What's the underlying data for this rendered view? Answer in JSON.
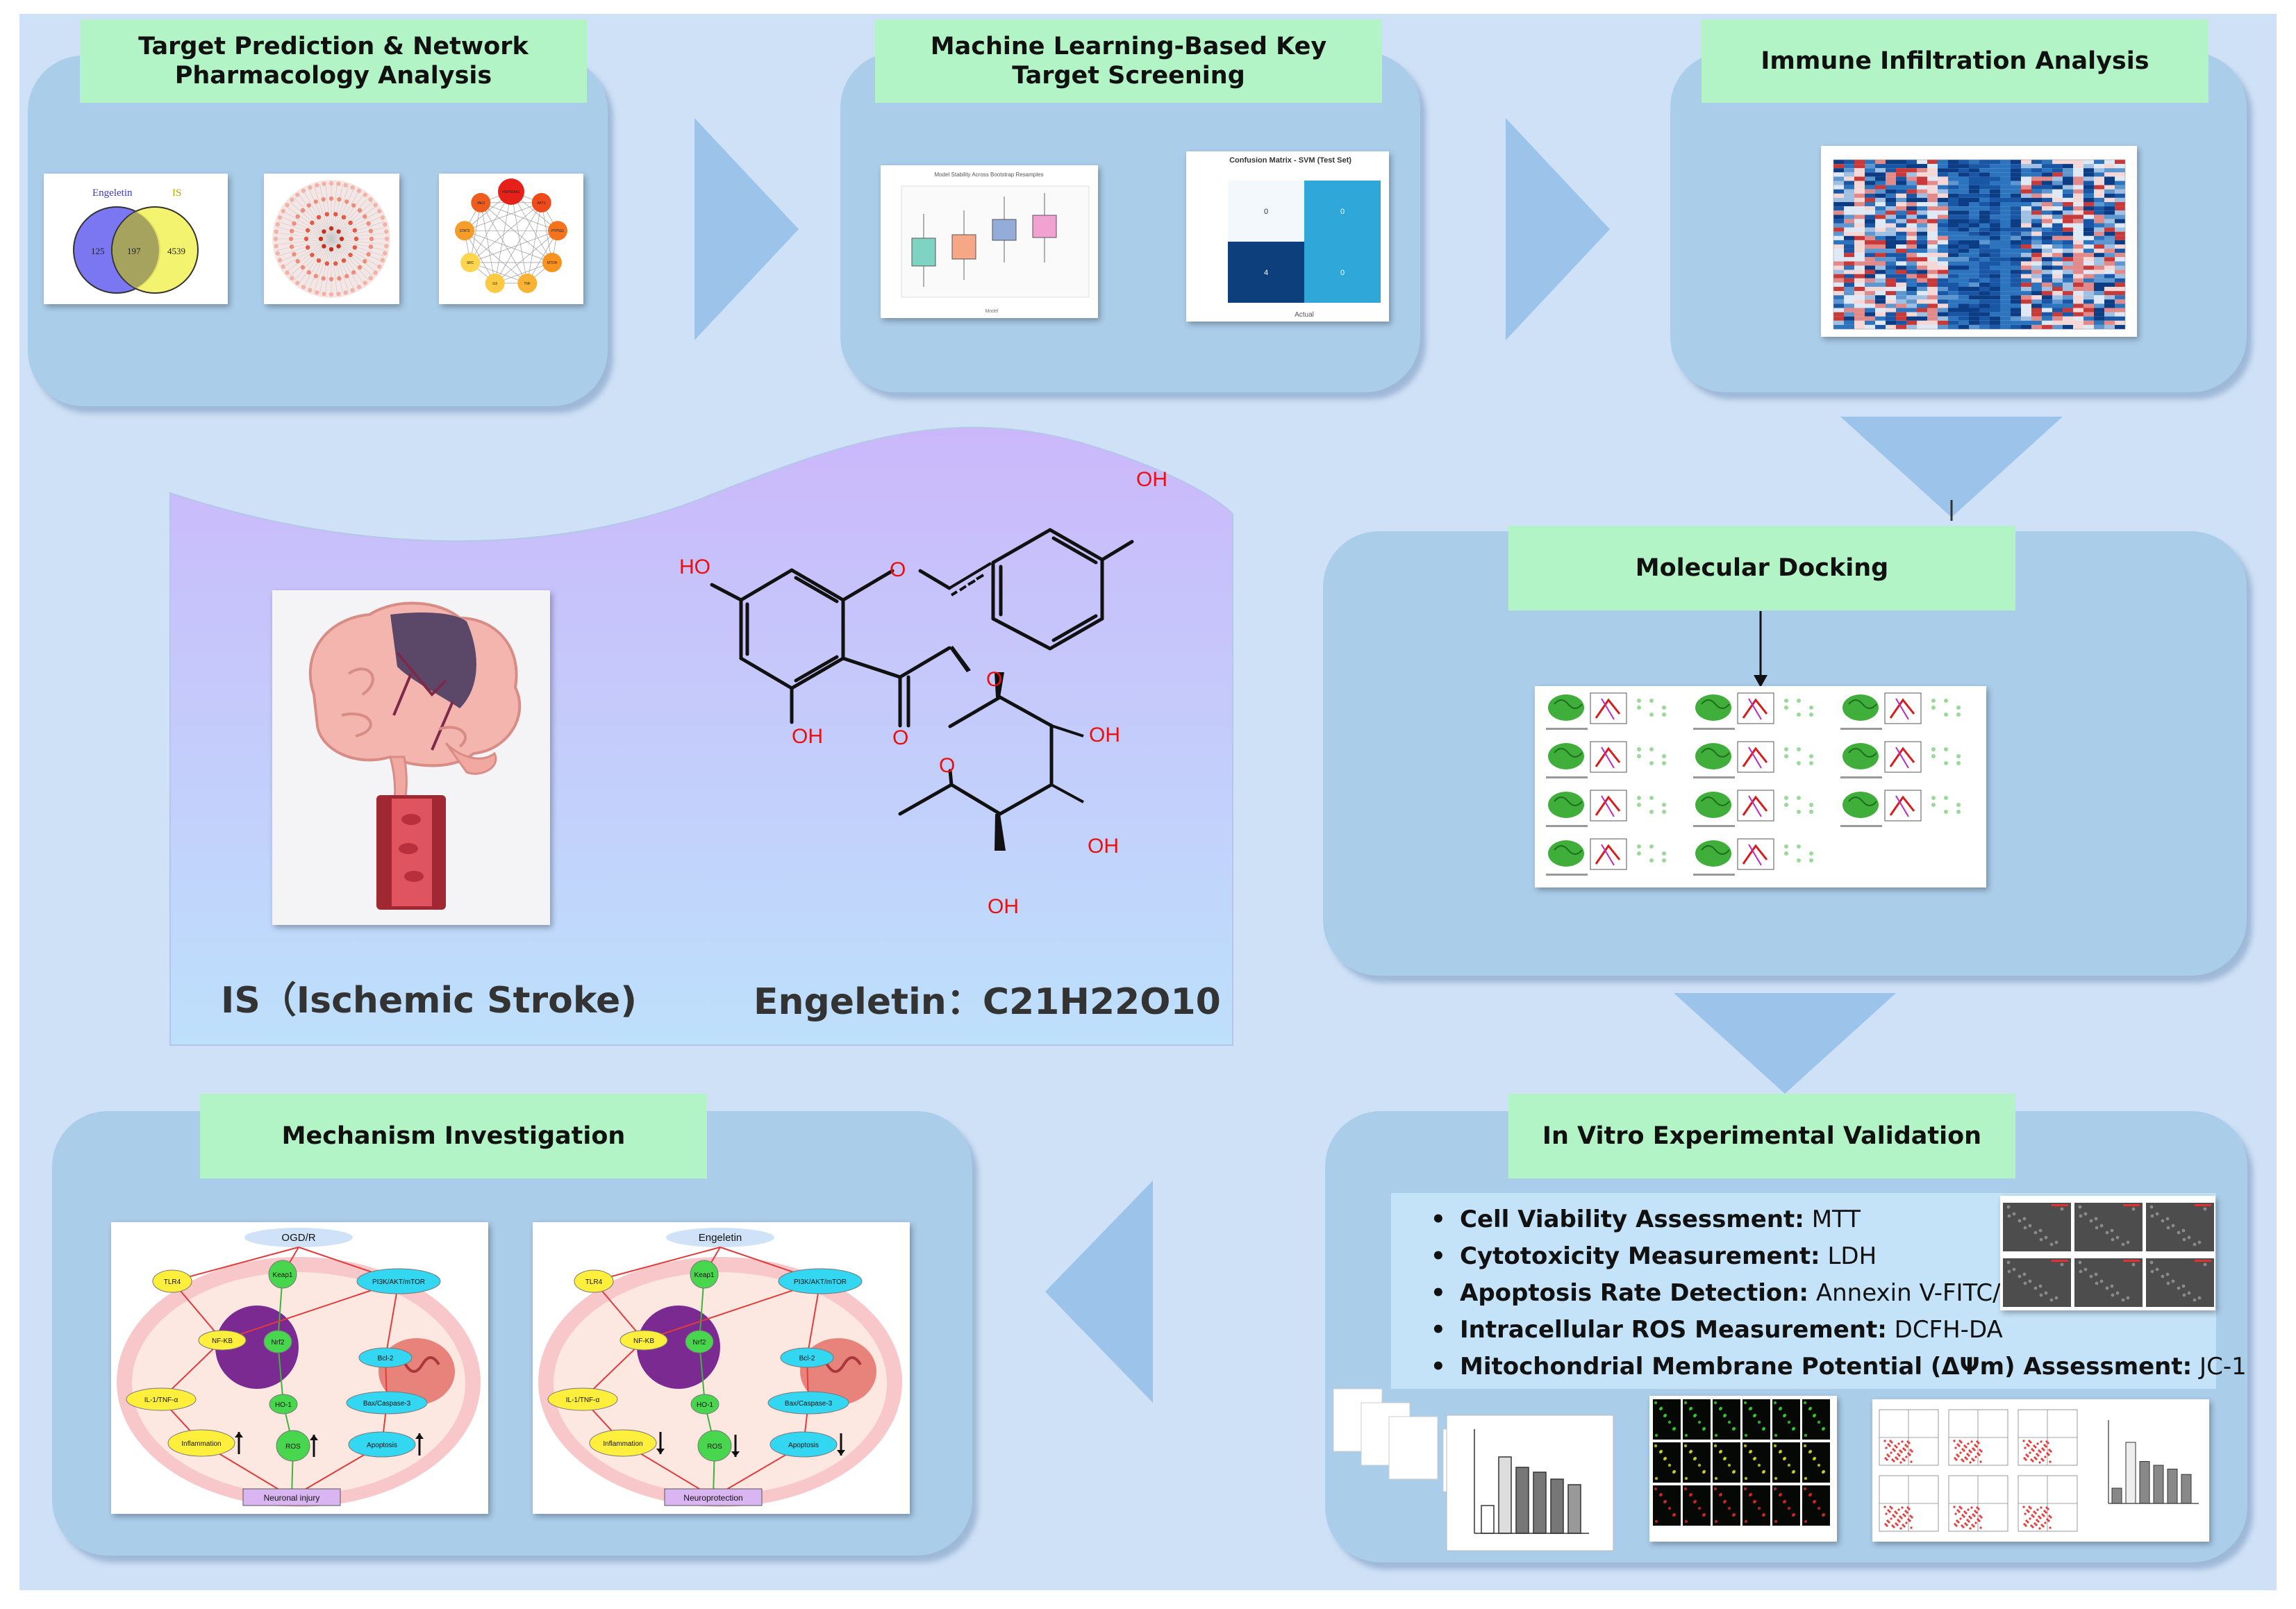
{
  "sections": {
    "target_prediction": {
      "title": "Target Prediction & Network Pharmacology Analysis"
    },
    "machine_learning": {
      "title": "Machine Learning-Based Key Target Screening"
    },
    "immune_infiltration": {
      "title": "Immune Infiltration Analysis"
    },
    "molecular_docking": {
      "title": "Molecular Docking"
    },
    "in_vitro": {
      "title": "In Vitro Experimental Validation"
    },
    "mechanism": {
      "title": "Mechanism Investigation"
    }
  },
  "venn": {
    "left_label": "Engeletin",
    "right_label": "IS",
    "left_only": "125",
    "overlap": "197",
    "right_only": "4539"
  },
  "hub_genes": [
    "HSP90AA1",
    "AKT1",
    "PTPN11",
    "MTOR",
    "TNF",
    "IL6",
    "SRC",
    "STAT3",
    "JAK2"
  ],
  "boxplot": {
    "title": "Model Stability Across Bootstrap Resamples"
  },
  "confusion": {
    "title": "Confusion Matrix - SVM (Test Set)",
    "cells": [
      "0",
      "0",
      "4",
      "0"
    ],
    "xlabel": "Actual"
  },
  "center": {
    "is_caption": "IS（Ischemic Stroke)",
    "engeletin_caption": "Engeletin：C21H22O10"
  },
  "molecule": {
    "oh": "OH",
    "ho": "HO",
    "o": "O"
  },
  "in_vitro_items": [
    {
      "label": "Cell Viability Assessment",
      "sep": ":",
      "value": " MTT"
    },
    {
      "label": "Cytotoxicity Measurement",
      "sep": ":",
      "value": "   LDH"
    },
    {
      "label": "Apoptosis Rate Detection",
      "sep": ":",
      "value": " Annexin V-FITC/PI"
    },
    {
      "label": "Intracellular ROS Measurement",
      "sep": ":",
      "value": " DCFH-DA"
    },
    {
      "label": "Mitochondrial Membrane Potential (ΔΨm) Assessment",
      "sep": ":",
      "value": " JC-1"
    }
  ],
  "pathway_left": {
    "top": "OGD/R",
    "nodes": [
      "TLR4",
      "Keap1",
      "PI3K/AKT/mTOR",
      "NF-KB",
      "Nrf2",
      "Bcl-2",
      "HO-1",
      "Bax/Caspase-3",
      "IL-1/TNF-α",
      "Inflammation",
      "ROS",
      "Apoptosis"
    ],
    "outcome": "Neuronal injury",
    "trend": "up"
  },
  "pathway_right": {
    "top": "Engeletin",
    "nodes": [
      "TLR4",
      "Keap1",
      "PI3K/AKT/mTOR",
      "NF-KB",
      "Nrf2",
      "Bcl-2",
      "HO-1",
      "Bax/Caspase-3",
      "IL-1/TNF-α",
      "Inflammation",
      "ROS",
      "Apoptosis"
    ],
    "outcome": "Neuroprotection",
    "trend": "down"
  },
  "colors": {
    "background": "#cfe1f6",
    "panel": "#aacdea",
    "header": "#b3f4c6",
    "arrow": "#9cc3ea",
    "atom_red": "#e81010",
    "venn_left": "#7b77f2",
    "venn_right": "#f2f260"
  }
}
